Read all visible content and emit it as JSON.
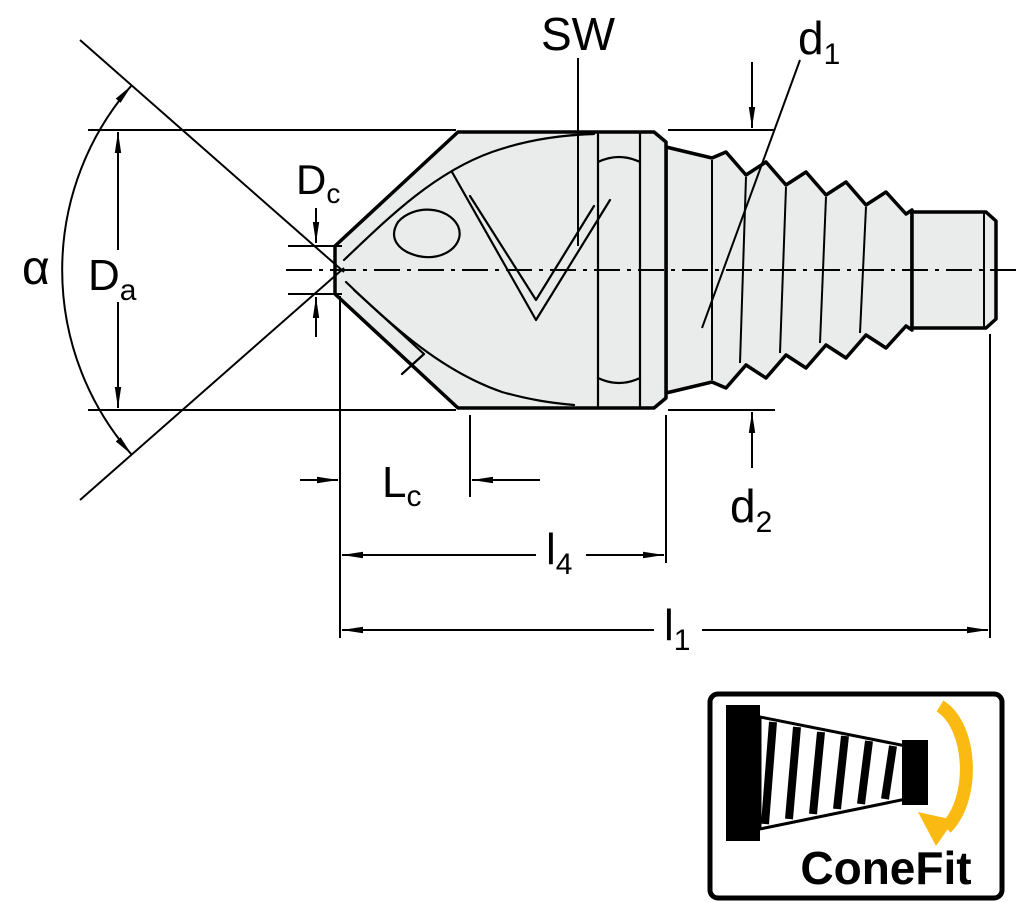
{
  "diagram": {
    "kind": "technical-dimension-drawing",
    "subject": "Conical milling cutter head with ConeFit threaded adaptor"
  },
  "labels": {
    "alpha": "α",
    "Da": {
      "main": "D",
      "sub": "a"
    },
    "Dc": {
      "main": "D",
      "sub": "c"
    },
    "SW": "SW",
    "d1": {
      "main": "d",
      "sub": "1"
    },
    "d2": {
      "main": "d",
      "sub": "2"
    },
    "Lc": {
      "main": "L",
      "sub": "c"
    },
    "l4": {
      "main": "l",
      "sub": "4"
    },
    "l1": {
      "main": "l",
      "sub": "1"
    }
  },
  "logo": {
    "text": "ConeFit",
    "arrow_color": "#FBBA12",
    "ink": "#000000"
  },
  "colors": {
    "line": "#000000",
    "metal": "#E9ECEB",
    "background": "#FFFFFF"
  }
}
